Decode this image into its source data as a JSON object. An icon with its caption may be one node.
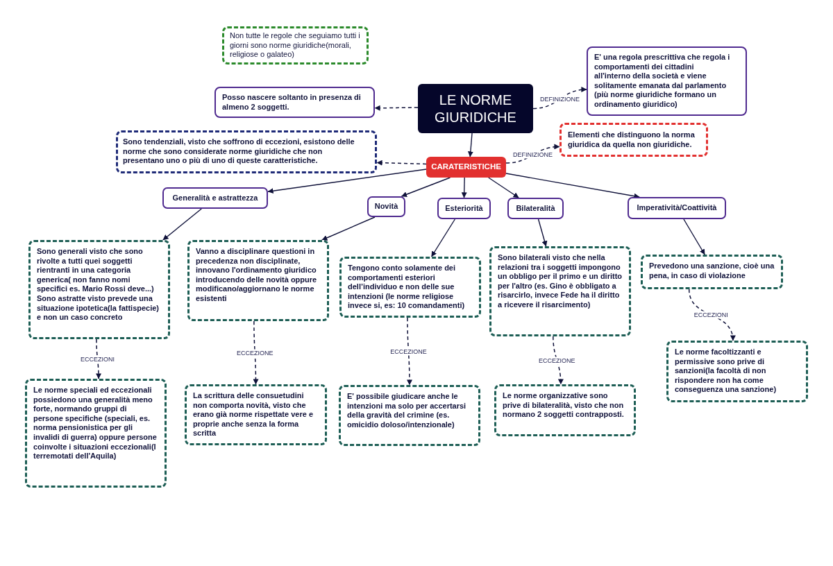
{
  "diagram": {
    "nodes": [
      {
        "text": [
          "Non tutte le regole che seguiamo tutti i giorni sono norme giuridiche(morali, religiose o galateo)"
        ]
      },
      {
        "text": [
          "LE NORME GIURIDICHE"
        ]
      },
      {
        "text": [
          "Posso nascere soltanto in presenza di almeno 2 soggetti."
        ]
      },
      {
        "text": [
          "E' una regola prescrittiva che regola i comportamenti dei cittadini all'interno della società e viene solitamente emanata dal parlamento (più norme giuridiche formano un ordinamento giuridico)"
        ]
      },
      {
        "text": [
          "Sono tendenziali, visto che soffrono di eccezioni, esistono delle norme che sono considerate norme giuridiche che non presentano uno o più di uno di queste caratteristiche."
        ]
      },
      {
        "text": [
          "CARATERISTICHE"
        ]
      },
      {
        "text": [
          "Elementi che distinguono la norma giuridica da quella non giuridiche."
        ]
      },
      {
        "text": [
          "Generalità e astrattezza"
        ]
      },
      {
        "text": [
          "Novità"
        ]
      },
      {
        "text": [
          "Esteriorità"
        ]
      },
      {
        "text": [
          "Bilateralità"
        ]
      },
      {
        "text": [
          "Imperatività/Coattività"
        ]
      },
      {
        "text": [
          "Sono generali visto che sono rivolte a tutti quei soggetti rientranti in una categoria generica( non fanno nomi specifici es. Mario Rossi deve...) Sono astratte visto prevede una situazione ipotetica(la fattispecie) e non un caso concreto"
        ]
      },
      {
        "text": [
          "Vanno a disciplinare questioni in precedenza non disciplinate, innovano l'ordinamento giuridico introducendo delle novità oppure modificano/aggiornano le norme esistenti"
        ]
      },
      {
        "text": [
          "Tengono conto solamente dei comportamenti esteriori dell’individuo e non delle sue intenzioni (le norme religiose invece si, es: 10 comandamenti)"
        ]
      },
      {
        "text": [
          "Sono bilaterali visto che nella relazioni tra i soggetti impongono un obbligo per il primo e un diritto per l'altro (es. Gino è obbligato a risarcirlo, invece Fede ha il diritto a ricevere il risarcimento)"
        ]
      },
      {
        "text": [
          "Prevedono una sanzione, cioè una pena, in caso di violazione"
        ]
      },
      {
        "text": [
          "Le norme speciali ed eccezionali possiedono una generalità meno forte, normando gruppi di persone specifiche (speciali, es. norma pensionistica per gli invalidi di guerra) oppure persone coinvolte i situazioni eccezionali(I terremotati dell'Aquila)"
        ]
      },
      {
        "text": [
          "La scrittura delle consuetudini non comporta novità, visto che erano già norme rispettate vere e proprie anche senza la forma scritta"
        ]
      },
      {
        "text": [
          "E' possibile giudicare anche le intenzioni ma solo per accertarsi della gravità del crimine (es. omicidio doloso/intenzionale)"
        ]
      },
      {
        "text": [
          "Le norme organizzative sono prive di bilateralità, visto che non normano 2 soggetti contrapposti."
        ]
      },
      {
        "text": [
          "Le norme facoltizzanti e permissive sono prive di sanzioni(la facoltà di non rispondere non ha come conseguenza una sanzione)"
        ]
      }
    ],
    "edges": [
      {
        "from": 1,
        "to": 2,
        "arrow": "to",
        "style": "dashed"
      },
      {
        "from": 1,
        "to": 3,
        "arrow": "to",
        "style": "dashed",
        "label": "DEFINIZIONE"
      },
      {
        "from": 1,
        "to": 5,
        "arrow": "to"
      },
      {
        "from": 5,
        "to": 4,
        "arrow": "to",
        "style": "dashed"
      },
      {
        "from": 5,
        "to": 6,
        "arrow": "to",
        "style": "dashed",
        "label": "DEFINIZIONE"
      },
      {
        "from": 5,
        "to": 7,
        "arrow": "to"
      },
      {
        "from": 5,
        "to": 8,
        "arrow": "to"
      },
      {
        "from": 5,
        "to": 9,
        "arrow": "to"
      },
      {
        "from": 5,
        "to": 10,
        "arrow": "to"
      },
      {
        "from": 5,
        "to": 11,
        "arrow": "to"
      },
      {
        "from": 7,
        "to": 12,
        "arrow": "to"
      },
      {
        "from": 8,
        "to": 13,
        "arrow": "to"
      },
      {
        "from": 9,
        "to": 14,
        "arrow": "to"
      },
      {
        "from": 10,
        "to": 15,
        "arrow": "to"
      },
      {
        "from": 11,
        "to": 16,
        "arrow": "to"
      },
      {
        "from": 12,
        "to": 17,
        "arrow": "to",
        "style": "dashed",
        "label": "ECCEZIONI"
      },
      {
        "from": 13,
        "to": 18,
        "arrow": "to",
        "style": "dashed",
        "label": "ECCEZIONE"
      },
      {
        "from": 14,
        "to": 19,
        "arrow": "to",
        "style": "dashed",
        "label": "ECCEZIONE"
      },
      {
        "from": 15,
        "to": 20,
        "arrow": "to",
        "style": "dashed",
        "label": "ECCEZIONE"
      },
      {
        "from": 16,
        "to": 21,
        "arrow": "to",
        "style": "dashed",
        "label": "ECCEZIONI"
      }
    ]
  }
}
